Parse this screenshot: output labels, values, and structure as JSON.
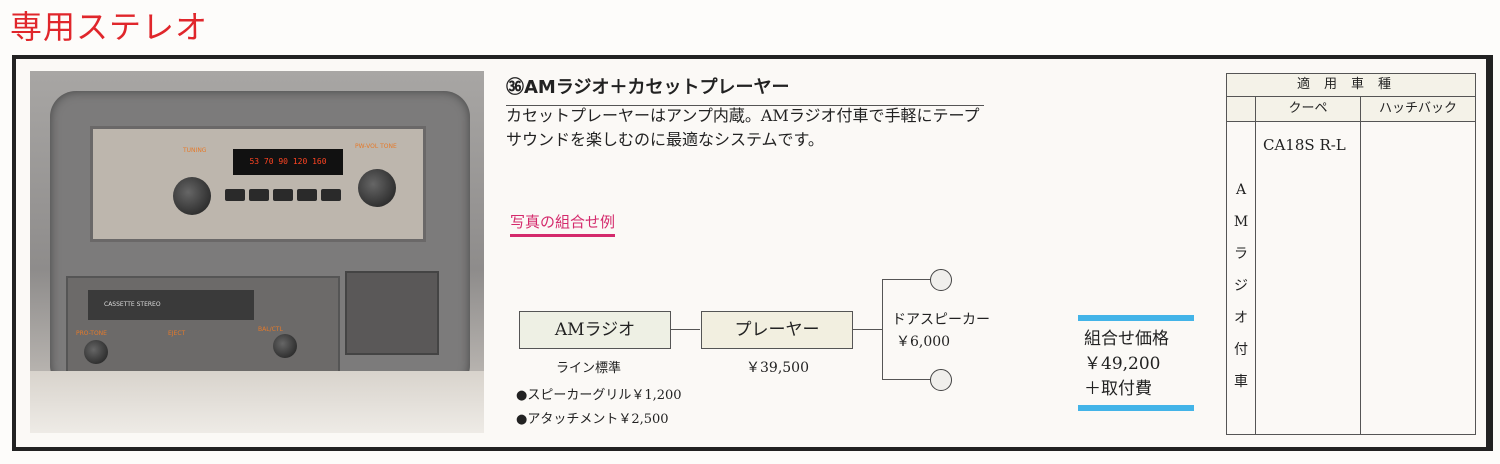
{
  "page_title": "専用ステレオ",
  "photo": {
    "display_text": "53 70 90 120 160",
    "labels": {
      "tuning": "TUNING",
      "vol": "PW-VOL TONE",
      "cassette": "CASSETTE STEREO",
      "pro_tone": "PRO-TONE",
      "eject": "EJECT",
      "balance": "BAL/CTL"
    }
  },
  "product": {
    "heading": "㊱AMラジオ＋カセットプレーヤー",
    "description": "カセットプレーヤーはアンプ内蔵。AMラジオ付車で手軽にテープサウンドを楽しむのに最適なシステムです。",
    "example_label": "写真の組合せ例"
  },
  "diagram": {
    "radio_box": "AMラジオ",
    "radio_note": "ライン標準",
    "player_box": "プレーヤー",
    "player_price": "￥39,500",
    "speaker_label": "ドアスピーカー",
    "speaker_price": "￥6,000",
    "options": [
      "●スピーカーグリル￥1,200",
      "●アタッチメント￥2,500"
    ]
  },
  "total": {
    "label": "組合せ価格",
    "price": "￥49,200",
    "note": "＋取付費"
  },
  "table": {
    "header": "適用車種",
    "columns": [
      "クーペ",
      "ハッチバック"
    ],
    "row_label": [
      "A",
      "M",
      "ラ",
      "ジ",
      "オ",
      "付",
      "車"
    ],
    "coupe_value": "CA18S R-L",
    "hatchback_value": ""
  },
  "colors": {
    "title": "#e0262b",
    "accent_pink": "#d42a6c",
    "accent_blue": "#43b4e8"
  }
}
